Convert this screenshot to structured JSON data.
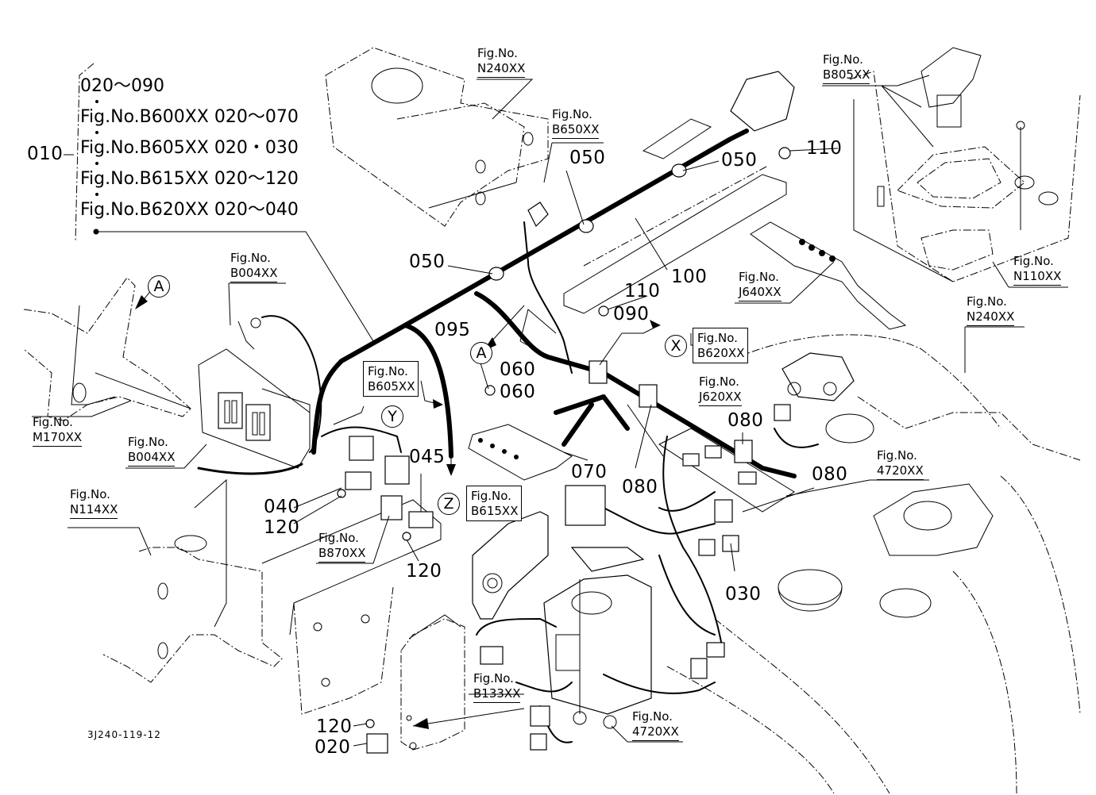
{
  "drawing_number": "3J240-119-12",
  "legend": {
    "part_no": "010",
    "lines": [
      "020～090",
      "Fig.No.B600XX  020～070",
      "Fig.No.B605XX  020・030",
      "Fig.No.B615XX  020～120",
      "Fig.No.B620XX  020～040"
    ]
  },
  "fig_refs": [
    {
      "id": "n240-top",
      "prefix": "Fig.No.",
      "code": "N240XX"
    },
    {
      "id": "b650",
      "prefix": "Fig.No.",
      "code": "B650XX"
    },
    {
      "id": "b805",
      "prefix": "Fig.No.",
      "code": "B805XX"
    },
    {
      "id": "n110",
      "prefix": "Fig.No.",
      "code": "N110XX"
    },
    {
      "id": "j640",
      "prefix": "Fig.No.",
      "code": "J640XX"
    },
    {
      "id": "n240-right",
      "prefix": "Fig.No.",
      "code": "N240XX"
    },
    {
      "id": "b004-top",
      "prefix": "Fig.No.",
      "code": "B004XX"
    },
    {
      "id": "m170",
      "prefix": "Fig.No.",
      "code": "M170XX"
    },
    {
      "id": "b004-bottom",
      "prefix": "Fig.No.",
      "code": "B004XX"
    },
    {
      "id": "b620",
      "prefix": "Fig.No.",
      "code": "B620XX"
    },
    {
      "id": "j620",
      "prefix": "Fig.No.",
      "code": "J620XX"
    },
    {
      "id": "b605",
      "prefix": "Fig.No.",
      "code": "B605XX"
    },
    {
      "id": "b615",
      "prefix": "Fig.No.",
      "code": "B615XX"
    },
    {
      "id": "n114",
      "prefix": "Fig.No.",
      "code": "N114XX"
    },
    {
      "id": "b870",
      "prefix": "Fig.No.",
      "code": "B870XX"
    },
    {
      "id": "4720-right",
      "prefix": "Fig.No.",
      "code": "4720XX"
    },
    {
      "id": "b133",
      "prefix": "Fig.No.",
      "code": "B133XX"
    },
    {
      "id": "4720-bottom",
      "prefix": "Fig.No.",
      "code": "4720XX"
    }
  ],
  "part_numbers": [
    {
      "id": "p050-a",
      "text": "050"
    },
    {
      "id": "p050-b",
      "text": "050"
    },
    {
      "id": "p050-c",
      "text": "050"
    },
    {
      "id": "p110-a",
      "text": "110"
    },
    {
      "id": "p110-b",
      "text": "110"
    },
    {
      "id": "p100",
      "text": "100"
    },
    {
      "id": "p090",
      "text": "090"
    },
    {
      "id": "p095",
      "text": "095"
    },
    {
      "id": "p060-a",
      "text": "060"
    },
    {
      "id": "p060-b",
      "text": "060"
    },
    {
      "id": "p070",
      "text": "070"
    },
    {
      "id": "p080-a",
      "text": "080"
    },
    {
      "id": "p080-b",
      "text": "080"
    },
    {
      "id": "p080-c",
      "text": "080"
    },
    {
      "id": "p045",
      "text": "045"
    },
    {
      "id": "p040",
      "text": "040"
    },
    {
      "id": "p120-a",
      "text": "120"
    },
    {
      "id": "p120-b",
      "text": "120"
    },
    {
      "id": "p120-c",
      "text": "120"
    },
    {
      "id": "p020",
      "text": "020"
    },
    {
      "id": "p030",
      "text": "030"
    }
  ],
  "callouts": [
    {
      "id": "a-left",
      "letter": "A"
    },
    {
      "id": "a-mid",
      "letter": "A"
    },
    {
      "id": "x",
      "letter": "X"
    },
    {
      "id": "y",
      "letter": "Y"
    },
    {
      "id": "z",
      "letter": "Z"
    }
  ]
}
